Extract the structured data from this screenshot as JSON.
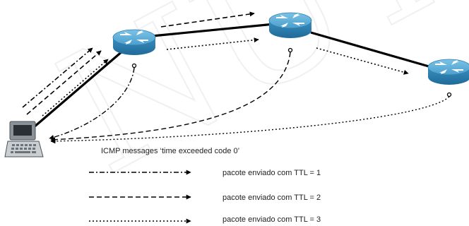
{
  "diagram": {
    "caption": "ICMP messages ‘time exceeded code 0’",
    "legend": [
      {
        "style": "dash-dot",
        "label": "pacote enviado com TTL = 1"
      },
      {
        "style": "dashed",
        "label": "pacote enviado com TTL = 2"
      },
      {
        "style": "dotted",
        "label": "pacote enviado com TTL = 3"
      }
    ],
    "nodes": [
      {
        "type": "laptop-icon"
      },
      {
        "type": "router-icon"
      },
      {
        "type": "router-icon"
      },
      {
        "type": "router-icon"
      }
    ]
  },
  "colors": {
    "router_top": "#5aaed6",
    "router_side": "#2c7fb0",
    "laptop_body": "#8a9298",
    "link": "#000000"
  }
}
